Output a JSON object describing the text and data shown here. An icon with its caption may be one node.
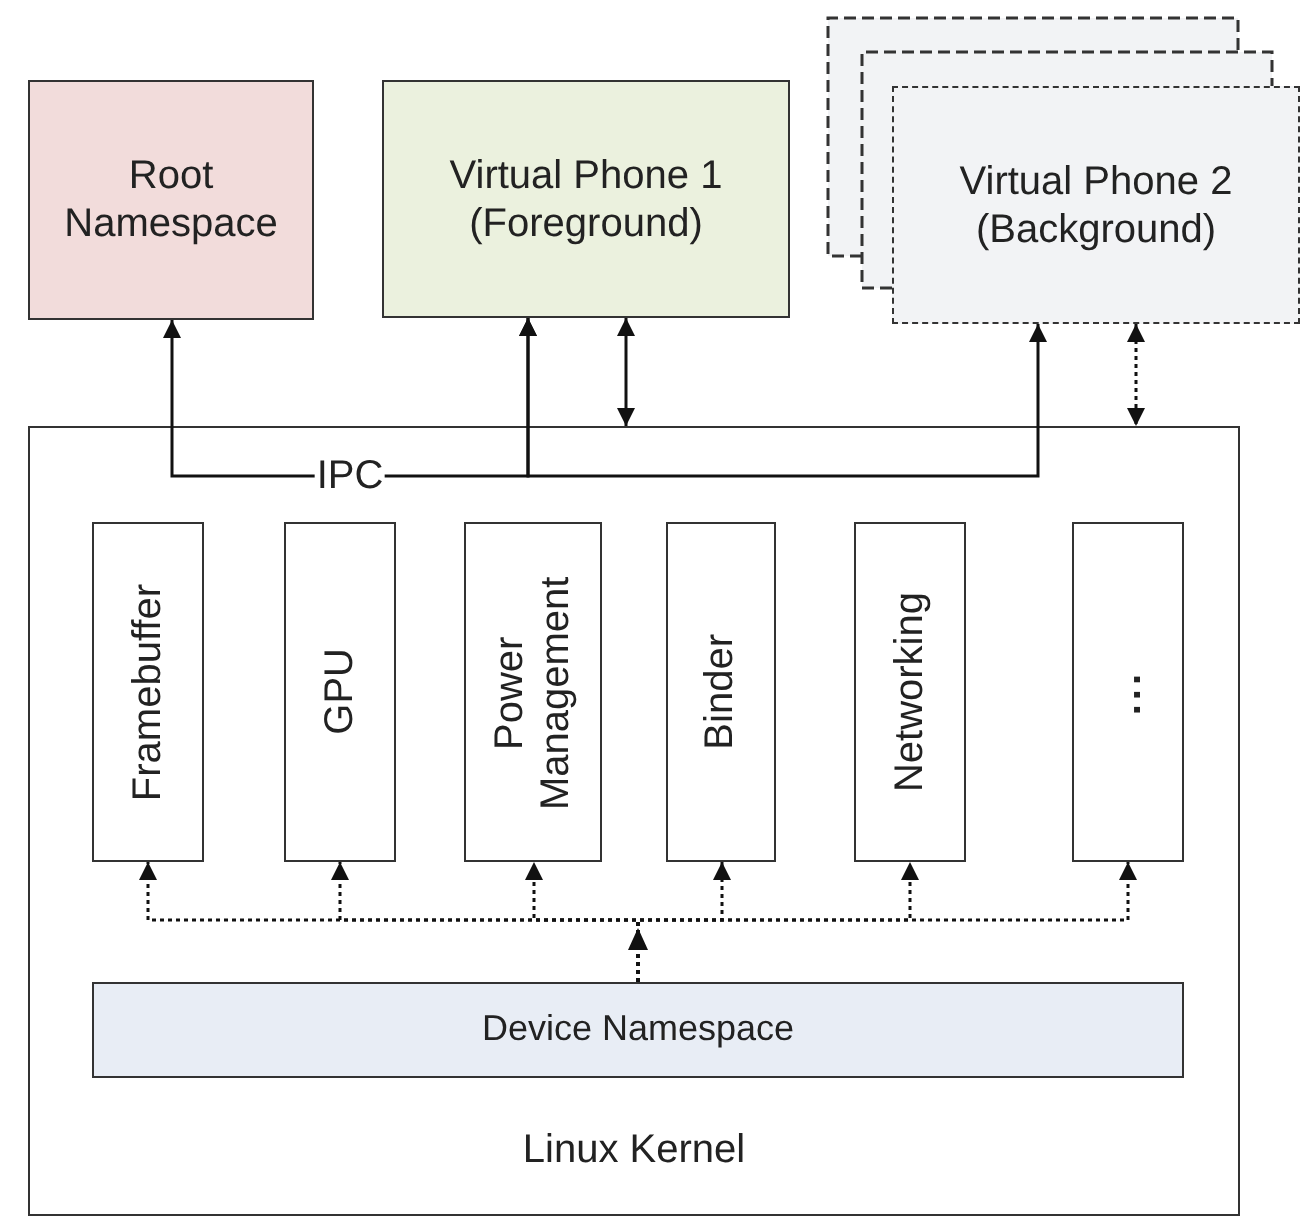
{
  "diagram": {
    "nodes": [
      {
        "text": [
          "Root Namespace"
        ]
      },
      {
        "text": [
          "Virtual Phone 1 (Foreground)"
        ]
      },
      {
        "text": [
          "Virtual Phone 2 (Background)"
        ]
      },
      {
        "text": [
          "Linux Kernel"
        ]
      },
      {
        "text": [
          "Framebuffer"
        ],
        "in": 3
      },
      {
        "text": [
          "GPU"
        ],
        "in": 3
      },
      {
        "text": [
          "Power Management"
        ],
        "in": 3
      },
      {
        "text": [
          "Binder"
        ],
        "in": 3
      },
      {
        "text": [
          "Networking"
        ],
        "in": 3
      },
      {
        "text": [
          "..."
        ],
        "in": 3
      },
      {
        "text": [
          "Device Namespace"
        ],
        "in": 3
      }
    ],
    "edges": [
      {
        "from": 0,
        "to": 1,
        "arrow": "both",
        "label": "IPC"
      },
      {
        "from": 1,
        "to": 2,
        "arrow": "both"
      },
      {
        "from": 1,
        "to": 3,
        "arrow": "both"
      },
      {
        "from": 2,
        "to": 3,
        "arrow": "both",
        "style": "dashed"
      },
      {
        "from": 10,
        "to": 4,
        "arrow": "to",
        "style": "dashed"
      },
      {
        "from": 10,
        "to": 5,
        "arrow": "to",
        "style": "dashed"
      },
      {
        "from": 10,
        "to": 6,
        "arrow": "to",
        "style": "dashed"
      },
      {
        "from": 10,
        "to": 7,
        "arrow": "to",
        "style": "dashed"
      },
      {
        "from": 10,
        "to": 8,
        "arrow": "to",
        "style": "dashed"
      },
      {
        "from": 10,
        "to": 9,
        "arrow": "to",
        "style": "dashed"
      }
    ]
  }
}
